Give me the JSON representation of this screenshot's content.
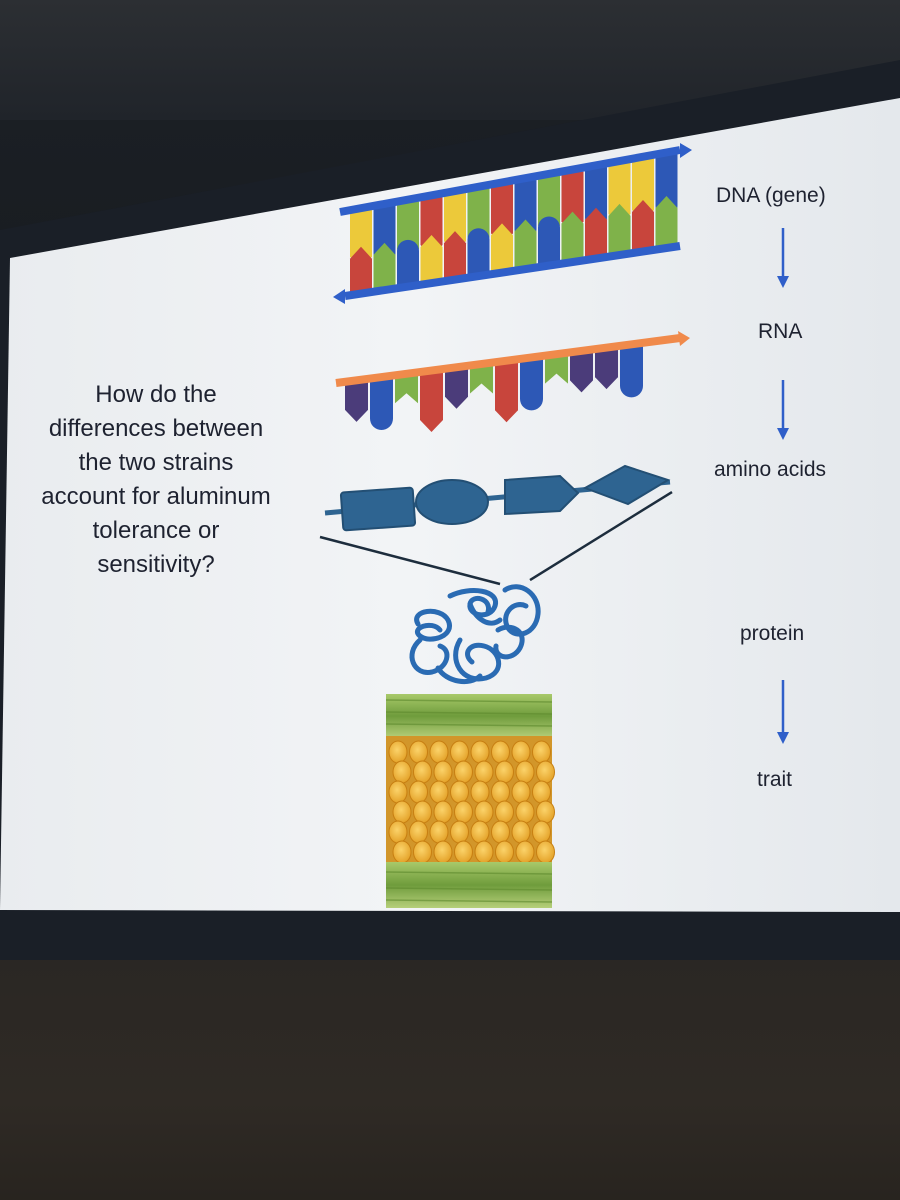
{
  "slide": {
    "question_lines": [
      "How do the",
      "differences between",
      "the two strains",
      "account for aluminum",
      "tolerance or",
      "sensitivity?"
    ],
    "flow_labels": {
      "dna": "DNA (gene)",
      "rna": "RNA",
      "amino_acids": "amino acids",
      "protein": "protein",
      "trait": "trait"
    },
    "arrows": [
      "down-arrow-icon",
      "down-arrow-icon",
      "down-arrow-icon"
    ]
  },
  "colors": {
    "slide_background": "#eef1f4",
    "text": "#1e2230",
    "dna_backbone": "#2f5fc9",
    "rna_backbone": "#f08a4b",
    "base_red": "#c8453c",
    "base_yellow": "#ecc93a",
    "base_blue": "#2d58b6",
    "base_green": "#7fb24a",
    "base_purple": "#4b3c7a",
    "amino_acid": "#2e6491",
    "protein": "#2a6bb3",
    "kernel": "#f2b636",
    "husk": "#8fb85a"
  }
}
